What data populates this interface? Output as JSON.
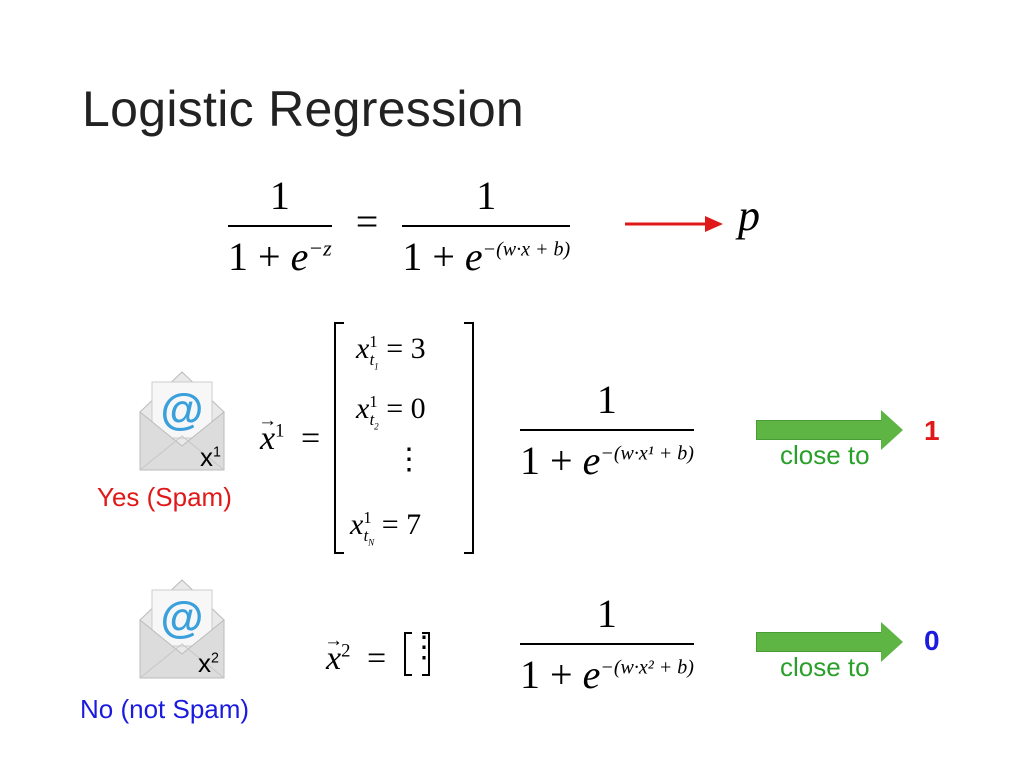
{
  "title": "Logistic Regression",
  "formula": {
    "num1": "1",
    "den1_a": "1 + ",
    "den1_e": "e",
    "den1_exp": "−z",
    "eq": "=",
    "num2": "1",
    "den2_a": "1 + ",
    "den2_e": "e",
    "den2_exp": "−(w·x + b)",
    "p": "p"
  },
  "example1": {
    "x_label": "x",
    "x_sup": "1",
    "class_label": "Yes (Spam)",
    "vector_lhs": "x",
    "vector_sup": "1",
    "eq": "=",
    "entries": [
      "= 3",
      "= 0",
      "⋮",
      "= 7"
    ],
    "entry_subs": [
      "t1",
      "t2",
      "",
      "tN"
    ],
    "num": "1",
    "den_a": "1 + ",
    "den_e": "e",
    "den_exp": "−(w·x¹ + b)",
    "arrow_label": "close to",
    "result": "1"
  },
  "example2": {
    "x_label": "x",
    "x_sup": "2",
    "class_label": "No (not Spam)",
    "vector_lhs": "x",
    "vector_sup": "2",
    "eq": "=",
    "dots": "⋮",
    "num": "1",
    "den_a": "1 + ",
    "den_e": "e",
    "den_exp": "−(w·x² + b)",
    "arrow_label": "close to",
    "result": "0"
  },
  "colors": {
    "red": "#e01818",
    "green": "#2aa02a",
    "blue": "#1b1be0",
    "arrow_green": "#5fb544",
    "email_blue": "#3aa0dc"
  },
  "icons": [
    "email-at-icon",
    "email-at-icon"
  ]
}
